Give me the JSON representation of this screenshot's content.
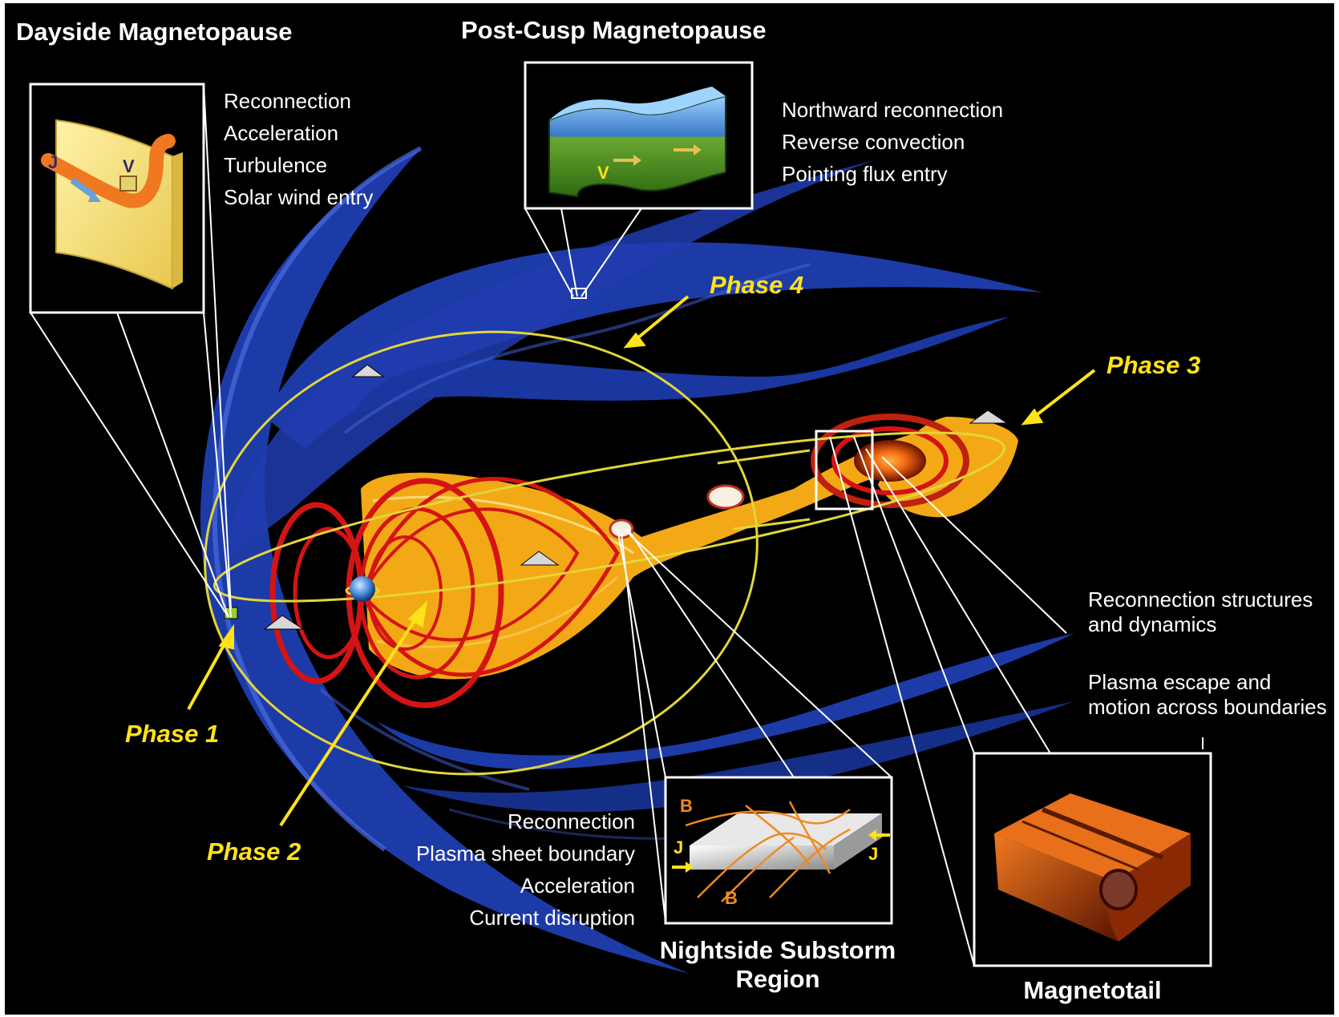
{
  "colors": {
    "background": "#000000",
    "frame": "#ffffff",
    "magnetosheath": "#1f3fb0",
    "plasma_sheet": "#f3a916",
    "field_lines": "#d41414",
    "orbit": "#e2d63a",
    "phase_label": "#ffe21a",
    "earth": "#4a8fe0"
  },
  "titles": {
    "dayside": "Dayside Magnetopause",
    "post_cusp": "Post-Cusp Magnetopause",
    "nightside": "Nightside Substorm Region",
    "magnetotail": "Magnetotail"
  },
  "dayside_items": [
    "Reconnection",
    "Acceleration",
    "Turbulence",
    "Solar wind entry"
  ],
  "post_cusp_items": [
    "Northward reconnection",
    "Reverse convection",
    "Pointing flux entry"
  ],
  "nightside_items": [
    "Reconnection",
    "Plasma sheet boundary",
    "Acceleration",
    "Current disruption"
  ],
  "tail_items": {
    "first": "Reconnection structures and dynamics",
    "second": "Plasma escape and motion across boundaries"
  },
  "phases": {
    "p1": "Phase 1",
    "p2": "Phase 2",
    "p3": "Phase 3",
    "p4": "Phase 4"
  },
  "vector_labels": {
    "j": "J",
    "v": "V",
    "b": "B"
  },
  "icons": {
    "spacecraft": "spacecraft-icon",
    "earth": "earth-icon"
  }
}
